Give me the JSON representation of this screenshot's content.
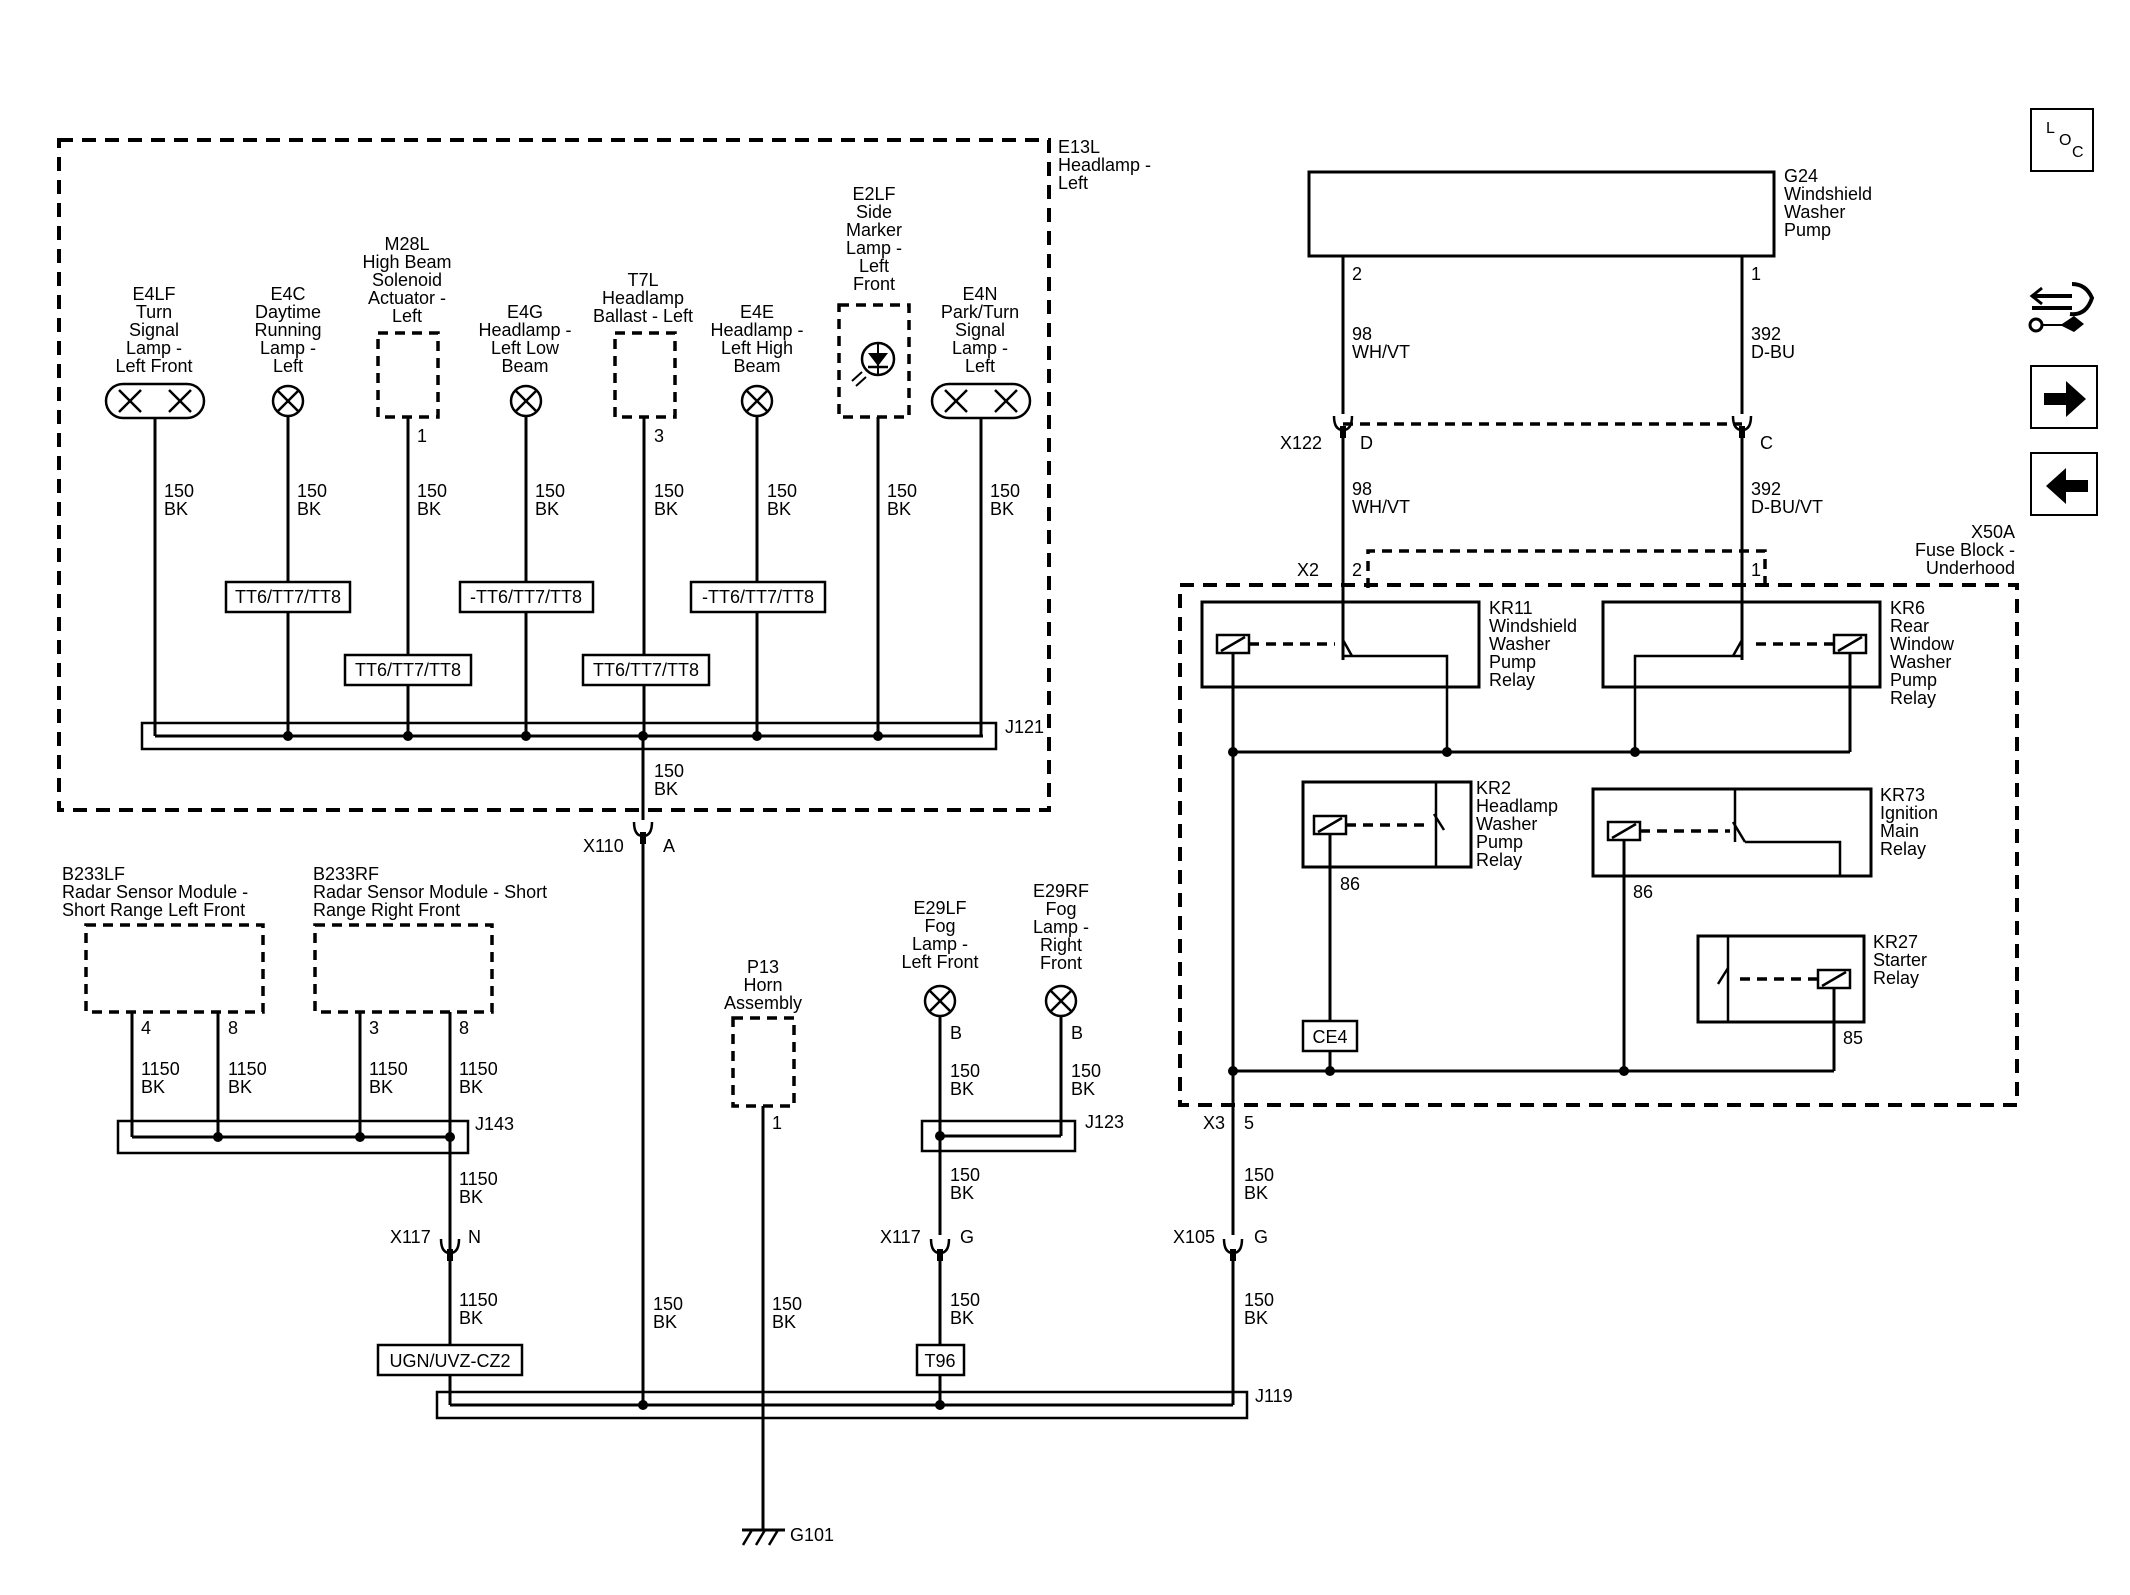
{
  "components": {
    "e13l": {
      "id": "E13L",
      "name": "Headlamp -\nLeft"
    },
    "e4lf": {
      "id": "E4LF",
      "name": "Turn\nSignal\nLamp -\nLeft Front",
      "wire": "150\nBK"
    },
    "e4c": {
      "id": "E4C",
      "name": "Daytime\nRunning\nLamp -\nLeft",
      "wire": "150\nBK",
      "option": "TT6/TT7/TT8"
    },
    "m28l": {
      "id": "M28L",
      "name": "High Beam\nSolenoid\nActuator -\nLeft",
      "pin": "1",
      "wire": "150\nBK",
      "option": "TT6/TT7/TT8"
    },
    "e4g": {
      "id": "E4G",
      "name": "Headlamp -\nLeft Low\nBeam",
      "wire": "150\nBK",
      "option": "-TT6/TT7/TT8"
    },
    "t7l": {
      "id": "T7L",
      "name": "Headlamp\nBallast - Left",
      "pin": "3",
      "wire": "150\nBK",
      "option": "TT6/TT7/TT8"
    },
    "e4e": {
      "id": "E4E",
      "name": "Headlamp -\nLeft High\nBeam",
      "wire": "150\nBK",
      "option": "-TT6/TT7/TT8"
    },
    "e2lf": {
      "id": "E2LF",
      "name": "Side\nMarker\nLamp -\nLeft\nFront",
      "wire": "150\nBK"
    },
    "e4n": {
      "id": "E4N",
      "name": "Park/Turn\nSignal\nLamp -\nLeft",
      "wire": "150\nBK"
    },
    "g24": {
      "id": "G24",
      "name": "Windshield\nWasher\nPump"
    },
    "x50a": {
      "id": "X50A",
      "name": "Fuse Block -\nUnderhood"
    },
    "kr11": {
      "id": "KR11",
      "name": "Windshield\nWasher\nPump\nRelay"
    },
    "kr6": {
      "id": "KR6",
      "name": "Rear\nWindow\nWasher\nPump\nRelay"
    },
    "kr2": {
      "id": "KR2",
      "name": "Headlamp\nWasher\nPump\nRelay",
      "pin": "86"
    },
    "kr73": {
      "id": "KR73",
      "name": "Ignition\nMain\nRelay",
      "pin": "86"
    },
    "kr27": {
      "id": "KR27",
      "name": "Starter\nRelay",
      "pin": "85"
    },
    "ce4": {
      "label": "CE4"
    },
    "b233lf": {
      "id": "B233LF",
      "name": "Radar Sensor Module -\nShort Range Left Front",
      "pin_a": "4",
      "pin_b": "8",
      "wire_a": "1150\nBK",
      "wire_b": "1150\nBK"
    },
    "b233rf": {
      "id": "B233RF",
      "name": "Radar Sensor Module - Short\nRange Right Front",
      "pin_a": "3",
      "pin_b": "8",
      "wire_a": "1150\nBK",
      "wire_b": "1150\nBK"
    },
    "p13": {
      "id": "P13",
      "name": "Horn\nAssembly",
      "pin": "1",
      "wire": "150\nBK"
    },
    "e29lf": {
      "id": "E29LF",
      "name": "Fog\nLamp -\nLeft Front",
      "pin": "B",
      "wire": "150\nBK"
    },
    "e29rf": {
      "id": "E29RF",
      "name": "Fog\nLamp -\nRight\nFront",
      "pin": "B",
      "wire": "150\nBK"
    },
    "g101": {
      "label": "G101"
    }
  },
  "g24_wires": {
    "pin2": "2",
    "pin1": "1",
    "w98_top": "98\nWH/VT",
    "w392_top": "392\nD-BU",
    "w98_bot": "98\nWH/VT",
    "w392_bot": "392\nD-BU/VT"
  },
  "connectors": {
    "x122": {
      "name": "X122",
      "pin_d": "D",
      "pin_c": "C"
    },
    "x2": {
      "name": "X2",
      "pin_2": "2",
      "pin_1": "1"
    },
    "x110": {
      "name": "X110",
      "pin": "A"
    },
    "x117a": {
      "name": "X117",
      "pin": "N"
    },
    "x117b": {
      "name": "X117",
      "pin": "G"
    },
    "x105": {
      "name": "X105",
      "pin": "G"
    },
    "x3": {
      "name": "X3",
      "pin": "5"
    }
  },
  "splices": {
    "j121": "J121",
    "j143": "J143",
    "j123": "J123",
    "j119": "J119"
  },
  "wires": {
    "j121_out": "150\nBK",
    "j143_out": "1150\nBK",
    "x117n_out": "1150\nBK",
    "x110_out": "150\nBK",
    "j123_out": "150\nBK",
    "x117g_out": "150\nBK",
    "x3_out": "150\nBK",
    "x105_out": "150\nBK"
  },
  "options": {
    "ugn": "UGN/UVZ-CZ2",
    "t96": "T96"
  },
  "sidebar": {
    "loc": "LOC"
  }
}
